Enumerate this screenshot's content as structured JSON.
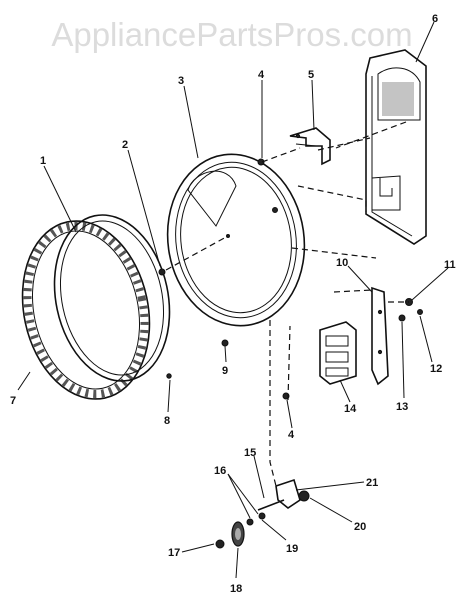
{
  "watermark": "AppliancePartsPros.com",
  "callouts": [
    "1",
    "2",
    "3",
    "4",
    "5",
    "6",
    "7",
    "8",
    "9",
    "10",
    "11",
    "12",
    "13",
    "14",
    "15",
    "16",
    "17",
    "18",
    "19",
    "20",
    "21"
  ],
  "callout_4b": "4"
}
